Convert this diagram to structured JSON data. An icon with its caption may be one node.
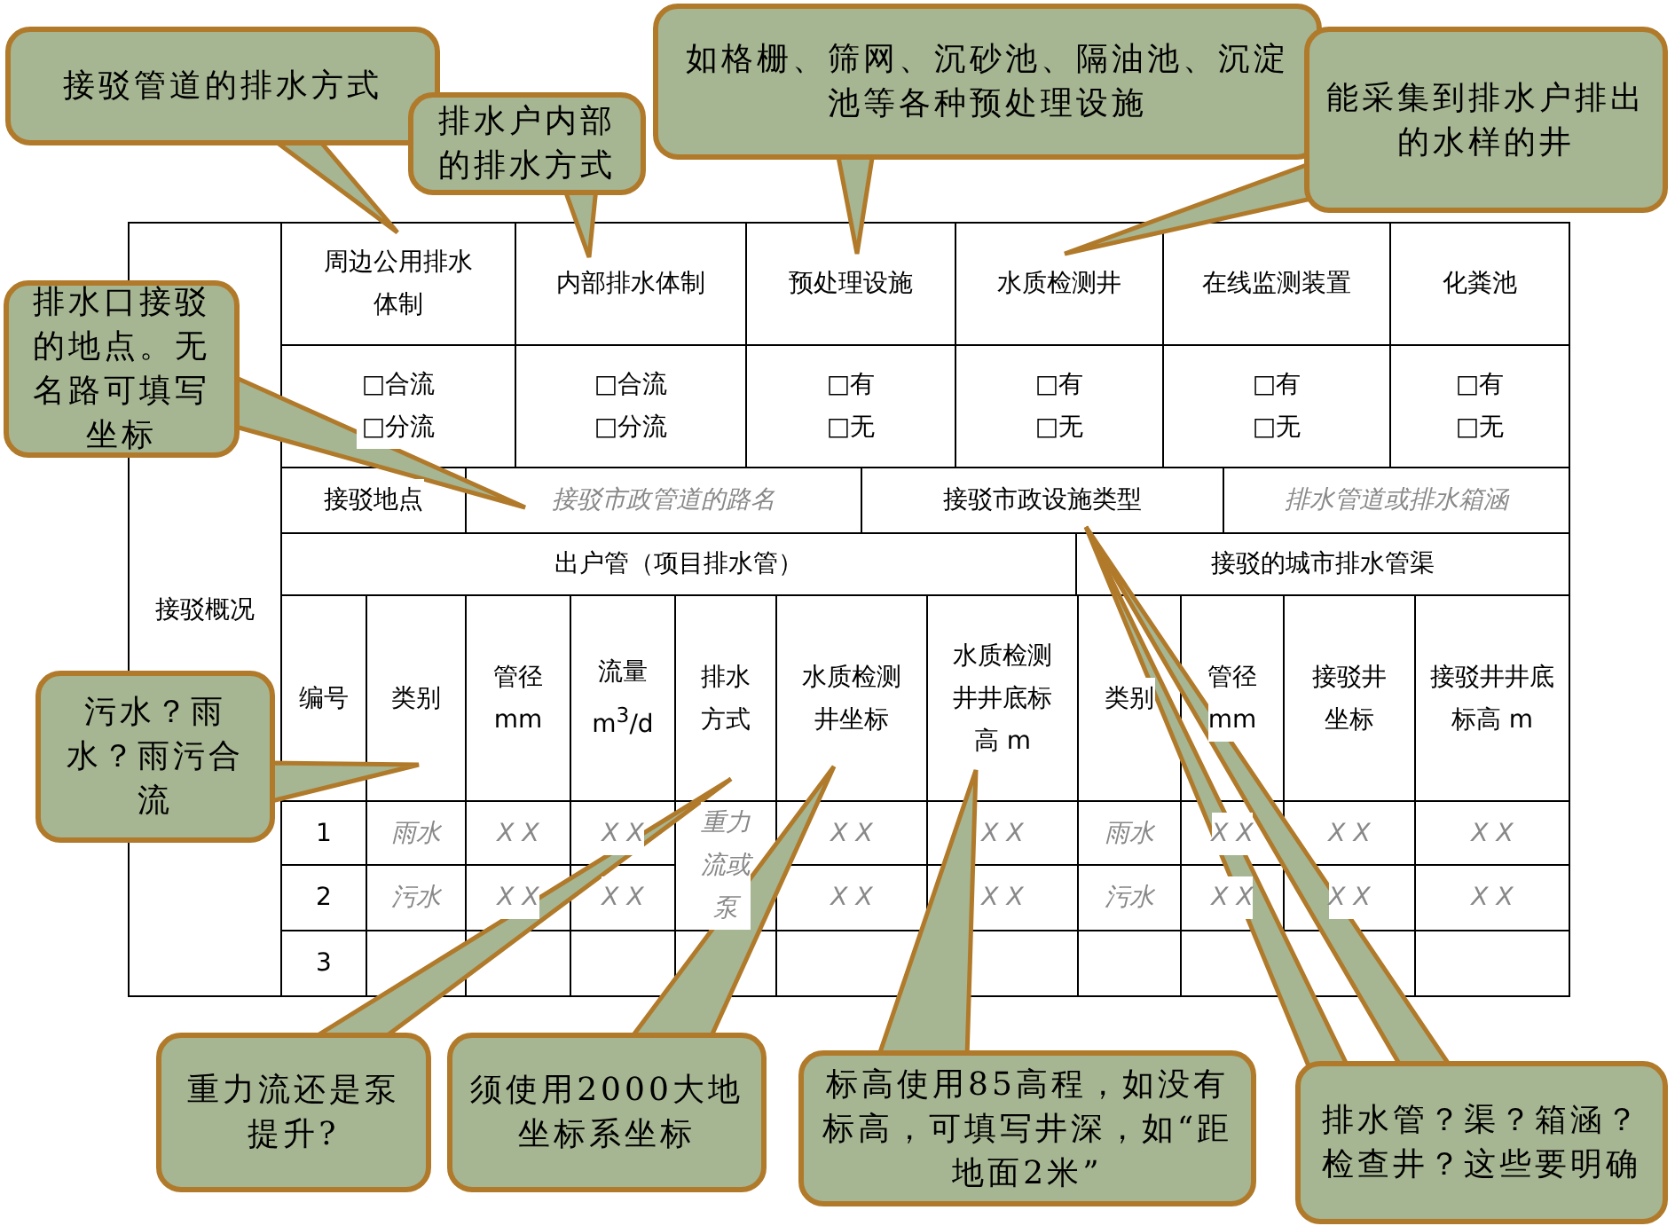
{
  "diagram": {
    "nodes": [
      {
        "text": [
          "接驳管道的排水方式"
        ]
      },
      {
        "text": [
          "排水户内部的排水方式"
        ]
      },
      {
        "text": [
          "如格栅、筛网、沉砂池、隔油池、沉淀池等各种预处理设施"
        ]
      },
      {
        "text": [
          "能采集到排水户排出的水样的井"
        ]
      },
      {
        "text": [
          "周边公用排水体制"
        ]
      },
      {
        "text": [
          "内部排水体制"
        ]
      },
      {
        "text": [
          "预处理设施"
        ]
      },
      {
        "text": [
          "水质检测井"
        ]
      },
      {
        "text": [
          "排水口接驳的地点。无名路可填写坐标"
        ]
      },
      {
        "text": [
          "接驳市政管道的路名"
        ]
      },
      {
        "text": [
          "接驳市政设施类型"
        ]
      },
      {
        "text": [
          "类别"
        ]
      },
      {
        "text": [
          "排水方式"
        ]
      },
      {
        "text": [
          "水质检测井坐标"
        ]
      },
      {
        "text": [
          "水质检测井井底标高 m"
        ]
      },
      {
        "text": [
          "污水？雨水？雨污合流"
        ]
      },
      {
        "text": [
          "重力流还是泵提升?"
        ]
      },
      {
        "text": [
          "须使用2000大地坐标系坐标"
        ]
      },
      {
        "text": [
          "标高使用85高程，如没有标高，可填写井深，如“距地面2米”"
        ]
      },
      {
        "text": [
          "排水管？渠？箱涵？检查井？这些要明确"
        ]
      }
    ],
    "edges": [
      {
        "from": 0,
        "to": 4,
        "arrow": "none"
      },
      {
        "from": 1,
        "to": 5,
        "arrow": "none"
      },
      {
        "from": 2,
        "to": 6,
        "arrow": "none"
      },
      {
        "from": 3,
        "to": 7,
        "arrow": "none"
      },
      {
        "from": 8,
        "to": 9,
        "arrow": "none"
      },
      {
        "from": 15,
        "to": 11,
        "arrow": "none"
      },
      {
        "from": 16,
        "to": 12,
        "arrow": "none"
      },
      {
        "from": 17,
        "to": 13,
        "arrow": "none"
      },
      {
        "from": 18,
        "to": 14,
        "arrow": "none"
      },
      {
        "from": 19,
        "to": 10,
        "arrow": "none"
      },
      {
        "from": 19,
        "to": 10,
        "arrow": "none"
      }
    ],
    "labels": [
      "接驳概况",
      "在线监测装置",
      "化粪池",
      "□合流 □分流",
      "□合流 □分流",
      "□有 □无",
      "□有 □无",
      "□有 □无",
      "□有 □无",
      "接驳地点",
      "排水管道或排水箱涵",
      "出户管（项目排水管）",
      "接驳的城市排水管渠",
      "编号",
      "管径 mm",
      "流量 m$^{3}$/d",
      "类别",
      "管径 mm",
      "接驳井坐标",
      "接驳井井底标高 m",
      "1",
      "雨水",
      "X X",
      "X X",
      "重力流或泵",
      "X X",
      "X X",
      "雨水",
      "X X",
      "X X",
      "X X",
      "2",
      "污水",
      "X X",
      "X X",
      "X X",
      "X X",
      "污水",
      "X X",
      "X X",
      "X X",
      "3"
    ]
  }
}
